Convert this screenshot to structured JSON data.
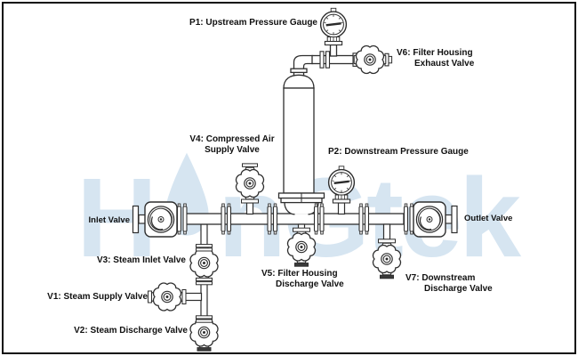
{
  "watermark": {
    "prefix": "H",
    "suffix": "nGtek",
    "brand": "Hongtek",
    "color": "#9fc2e0"
  },
  "colors": {
    "line": "#2e2e2e",
    "background": "#ffffff",
    "border": "#0d0d0d",
    "dark_fill": "#2a2a2a"
  },
  "labels": {
    "p1": {
      "text": "P1: Upstream Pressure Gauge"
    },
    "v6": {
      "line1": "V6: Filter Housing",
      "line2": "Exhaust Valve"
    },
    "v4": {
      "line1": "V4: Compressed Air",
      "line2": "Supply Valve"
    },
    "p2": {
      "text": "P2: Downstream Pressure Gauge"
    },
    "inlet": {
      "text": "Inlet Valve"
    },
    "outlet": {
      "text": "Outlet Valve"
    },
    "v3": {
      "text": "V3: Steam Inlet Valve"
    },
    "v5": {
      "line1": "V5: Filter Housing",
      "line2": "Discharge Valve"
    },
    "v7": {
      "line1": "V7: Downstream",
      "line2": "Discharge Valve"
    },
    "v1": {
      "text": "V1: Steam Supply Valve"
    },
    "v2": {
      "text": "V2: Steam Discharge Valve"
    }
  }
}
